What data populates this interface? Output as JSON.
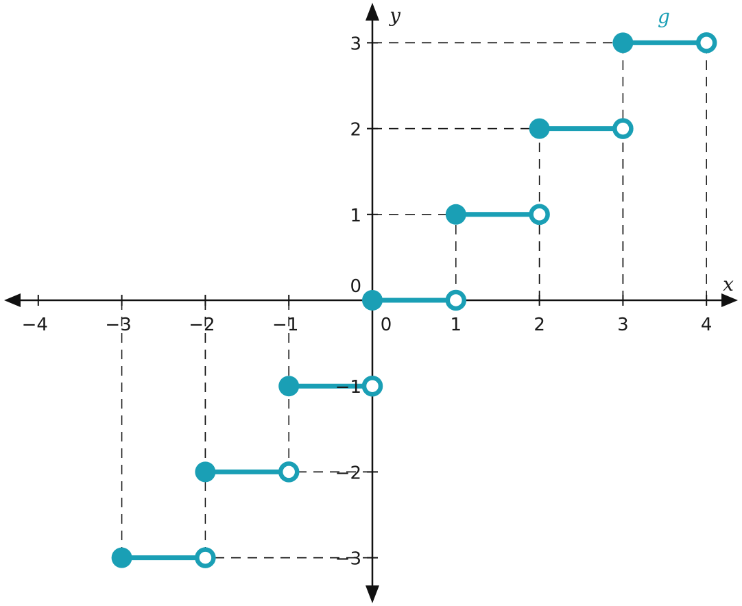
{
  "chart_data": {
    "type": "line",
    "title": "",
    "xlabel": "x",
    "ylabel": "y",
    "xlim": [
      -4.4,
      4.4
    ],
    "ylim": [
      -3.4,
      3.4
    ],
    "grid": false,
    "x_ticks": [
      {
        "value": -4,
        "label": "−4"
      },
      {
        "value": -3,
        "label": "−3"
      },
      {
        "value": -2,
        "label": "−2"
      },
      {
        "value": -1,
        "label": "−1"
      },
      {
        "value": 0,
        "label": "0"
      },
      {
        "value": 1,
        "label": "1"
      },
      {
        "value": 2,
        "label": "2"
      },
      {
        "value": 3,
        "label": "3"
      },
      {
        "value": 4,
        "label": "4"
      }
    ],
    "y_ticks": [
      {
        "value": 3,
        "label": "3"
      },
      {
        "value": 2,
        "label": "2"
      },
      {
        "value": 1,
        "label": "1"
      },
      {
        "value": 0,
        "label": "0"
      },
      {
        "value": -1,
        "label": "−1"
      },
      {
        "value": -2,
        "label": "−2"
      },
      {
        "value": -3,
        "label": "−3"
      }
    ],
    "series": [
      {
        "name": "g",
        "color": "#1a9fb5",
        "style": "step-function",
        "segments": [
          {
            "x_start": -3,
            "x_end": -2,
            "y": -3,
            "start_closed": true,
            "end_closed": false
          },
          {
            "x_start": -2,
            "x_end": -1,
            "y": -2,
            "start_closed": true,
            "end_closed": false
          },
          {
            "x_start": -1,
            "x_end": 0,
            "y": -1,
            "start_closed": true,
            "end_closed": false
          },
          {
            "x_start": 0,
            "x_end": 1,
            "y": 0,
            "start_closed": true,
            "end_closed": false
          },
          {
            "x_start": 1,
            "x_end": 2,
            "y": 1,
            "start_closed": true,
            "end_closed": false
          },
          {
            "x_start": 2,
            "x_end": 3,
            "y": 2,
            "start_closed": true,
            "end_closed": false
          },
          {
            "x_start": 3,
            "x_end": 4,
            "y": 3,
            "start_closed": true,
            "end_closed": false
          }
        ]
      }
    ],
    "colors": {
      "axis": "#111111",
      "guide": "#111111",
      "series": "#1a9fb5"
    }
  }
}
